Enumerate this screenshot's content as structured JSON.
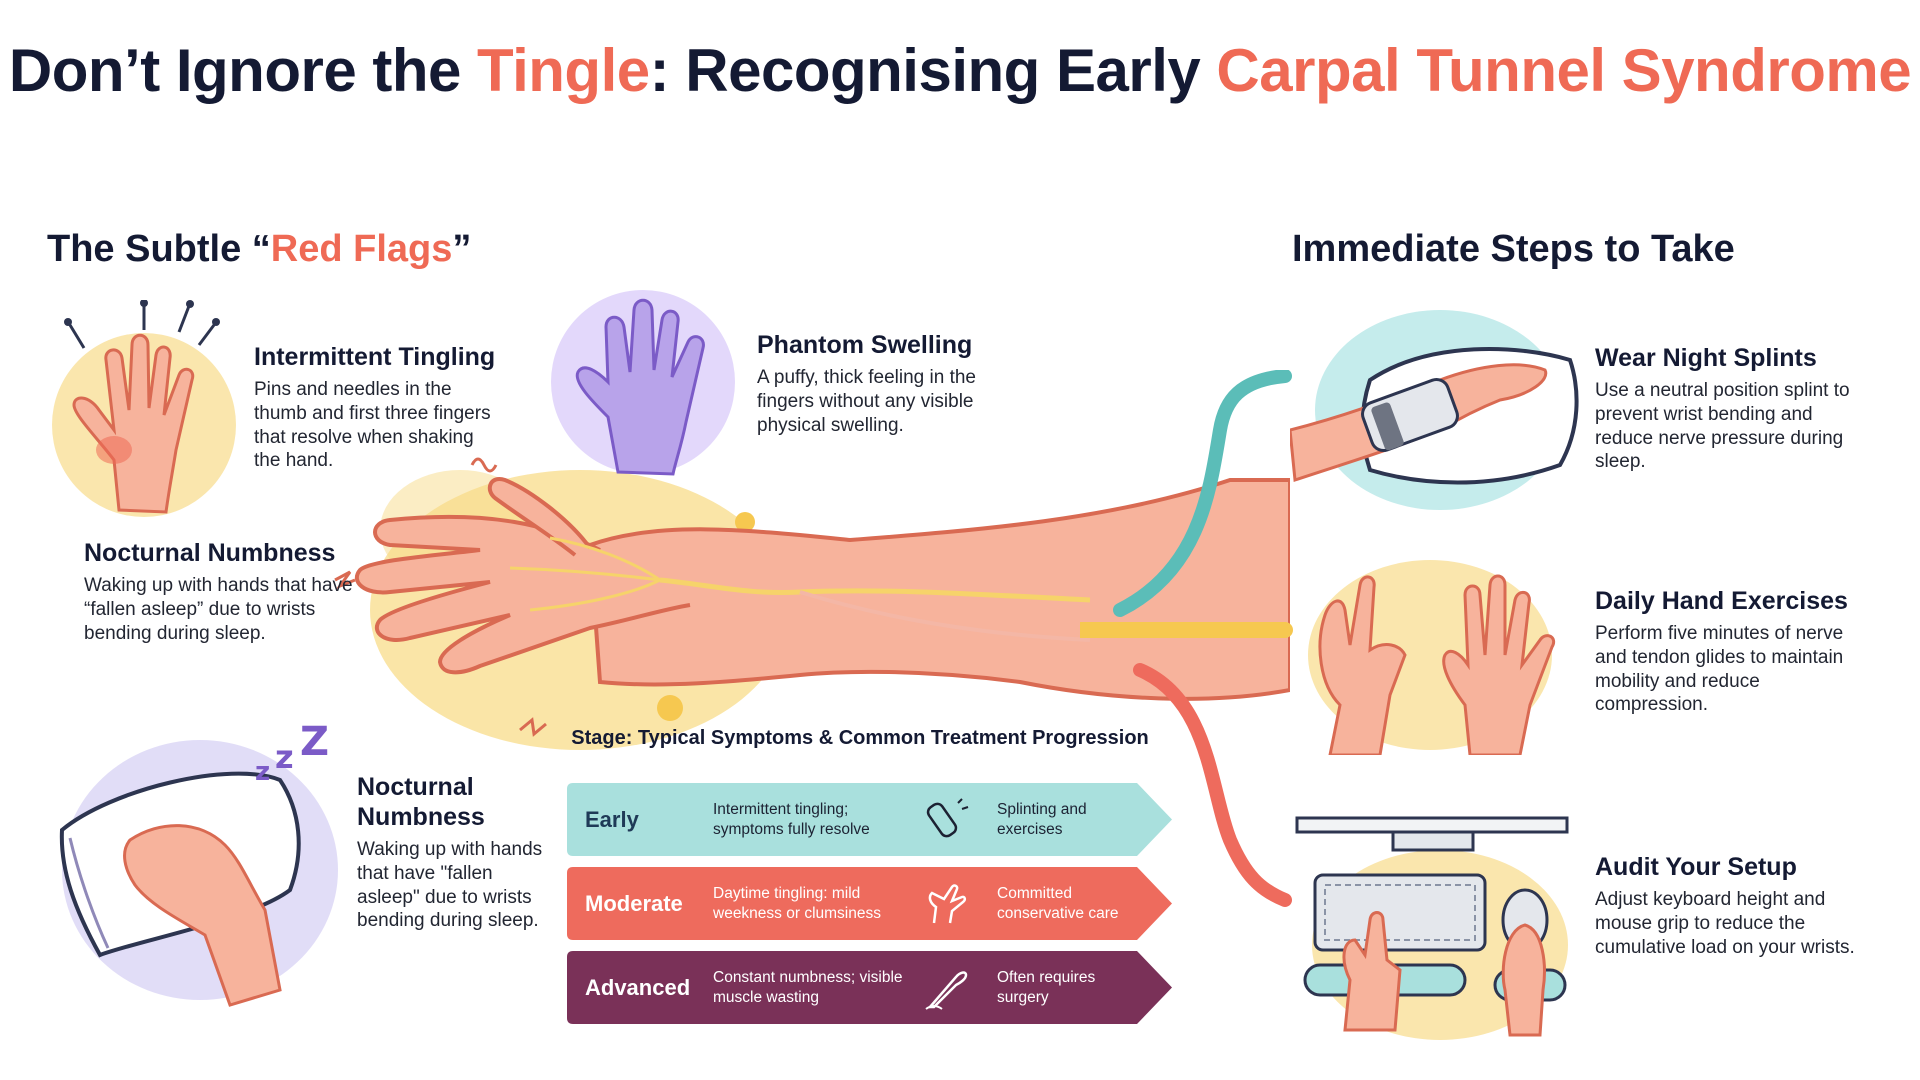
{
  "title": {
    "part1": "Don’t Ignore the ",
    "accent1": "Tingle",
    "part2": ": Recognising Early ",
    "accent2": "Carpal Tunnel Syndrome"
  },
  "left": {
    "heading_pre": "The Subtle “",
    "heading_accent": "Red Flags",
    "heading_post": "”",
    "items": [
      {
        "title": "Intermittent Tingling",
        "text": "Pins and needles in the thumb and first three fingers that resolve when shaking the hand."
      },
      {
        "title": "Nocturnal Numbness",
        "text": "Waking up with hands that have “fallen asleep” due to wrists bending during sleep."
      },
      {
        "title": "Nocturnal Numbness",
        "text": "Waking up with hands that have \"fallen asleep\" due to wrists bending during sleep."
      }
    ]
  },
  "center": {
    "phantom": {
      "title": "Phantom Swelling",
      "text": "A puffy, thick feeling in the fingers without any visible physical swelling."
    },
    "stage_title": "Stage: Typical Symptoms & Common Treatment Progression",
    "stages": [
      {
        "name": "Early",
        "symptoms": "Intermittent tingling; symptoms fully resolve",
        "treatment": "Splinting and exercises",
        "icon": "splint-icon",
        "color": "#a9e0dd"
      },
      {
        "name": "Moderate",
        "symptoms": "Daytime tingling: mild weekness or clumsiness",
        "treatment": "Committed conservative care",
        "icon": "hand-pain-icon",
        "color": "#ee6b5d"
      },
      {
        "name": "Advanced",
        "symptoms": "Constant numbness; visible muscle wasting",
        "treatment": "Often requires surgery",
        "icon": "scalpel-icon",
        "color": "#7a3158"
      }
    ]
  },
  "right": {
    "heading": "Immediate Steps to Take",
    "items": [
      {
        "title": "Wear Night Splints",
        "text": "Use a neutral position splint to prevent wrist bending and reduce nerve pressure during sleep."
      },
      {
        "title": "Daily Hand Exercises",
        "text": "Perform five minutes of nerve and tendon glides to maintain mobility and reduce compression."
      },
      {
        "title": "Audit Your Setup",
        "text": "Adjust keyboard height and mouse grip to reduce the cumulative load on your wrists."
      }
    ]
  },
  "colors": {
    "accent": "#ef6a55",
    "navy": "#141a33",
    "teal": "#5bbdb8",
    "yellow": "#f6d36a",
    "coral": "#ee6b5d",
    "purple": "#b8a3ea"
  }
}
